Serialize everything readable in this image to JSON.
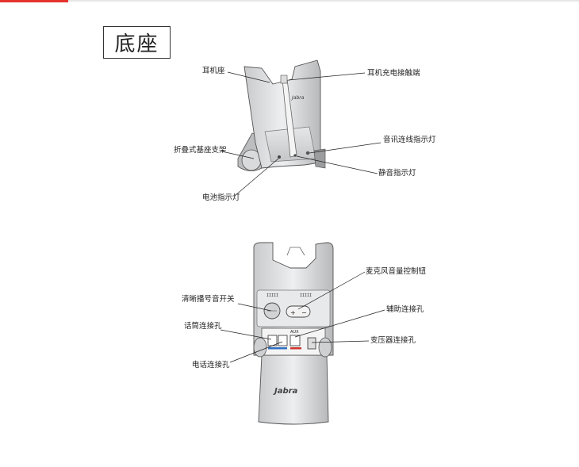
{
  "title": "底座",
  "brand": "Jabra",
  "base_labels": {
    "headset_cradle": "耳机座",
    "charge_contacts": "耳机充电接触端",
    "folding_stand": "折叠式基座支架",
    "audio_indicator": "音讯连线指示灯",
    "mute_indicator": "静音指示灯",
    "battery_indicator": "电池指示灯"
  },
  "back_labels": {
    "clear_dial_switch": "清晰播号音开关",
    "mic_volume": "麦克风音量控制钮",
    "handset_port": "话筒连接孔",
    "aux_port": "辅助连接孔",
    "power_port": "变压器连接孔",
    "phone_port": "电话连接孔",
    "aux_text": "AUX"
  }
}
